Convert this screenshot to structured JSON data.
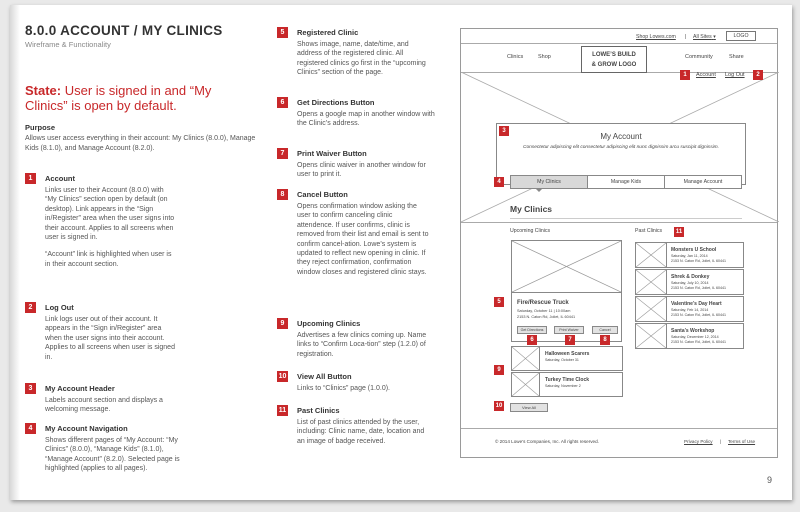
{
  "doc": {
    "title": "8.0.0 ACCOUNT / MY CLINICS",
    "subtitle": "Wireframe & Functionality",
    "state_label": "State:",
    "state_text": " User is signed in and “My Clinics” is open by default.",
    "purpose_heading": "Purpose",
    "purpose_text": "Allows user access everything in their account: My Clinics (8.0.0), Manage Kids (8.1.0), and Manage Account (8.2.0).",
    "page_number": "9"
  },
  "items": [
    {
      "num": "1",
      "heading": "Account",
      "text": "Links user to their Account (8.0.0) with “My Clinics” section open by default (on desktop). Link appears in the “Sign in/Register” area when the user signs into their account. Applies to all screens when user is signed in.",
      "text2": "“Account” link is highlighted when user is in their account section."
    },
    {
      "num": "2",
      "heading": "Log Out",
      "text": "Link logs user out of their account. It appears in the “Sign in/Register” area when the user signs into their account. Applies to all screens when user is signed in."
    },
    {
      "num": "3",
      "heading": "My Account Header",
      "text": "Labels account section and displays a welcoming message."
    },
    {
      "num": "4",
      "heading": "My Account Navigation",
      "text": "Shows different pages of “My Account: “My Clinics” (8.0.0), “Manage Kids” (8.1.0), “Manage Account” (8.2.0). Selected page is highlighted (applies to all pages)."
    },
    {
      "num": "5",
      "heading": "Registered Clinic",
      "text": "Shows image, name, date/time, and address of the registered clinic. All registered clinics go first in the “upcoming Clinics” section of the page."
    },
    {
      "num": "6",
      "heading": "Get Directions Button",
      "text": "Opens a google map in another window with the Clinic’s address."
    },
    {
      "num": "7",
      "heading": "Print Waiver Button",
      "text": "Opens clinic waiver in another window for user to print it."
    },
    {
      "num": "8",
      "heading": "Cancel Button",
      "text": "Opens confirmation window asking the user to confirm canceling clinic attendence. If user confirms, clinic is removed from their list and email is sent to confirm cancel-ation. Lowe’s system is updated to reflect new opening in clinic. If they reject confirmation, confirmation window closes and registered clinic stays."
    },
    {
      "num": "9",
      "heading": "Upcoming Clinics",
      "text": "Advertises a few clinics coming up. Name links to “Confirm Loca-tion” step (1.2.0) of registration."
    },
    {
      "num": "10",
      "heading": "View All Button",
      "text": "Links to “Clinics” page (1.0.0)."
    },
    {
      "num": "11",
      "heading": "Past Clinics",
      "text": "List of past clinics attended by the user, including: Clinic name, date, location and an image of badge received."
    }
  ],
  "wireframe": {
    "topbar": {
      "shop": "Shop Lowes.com",
      "sep": "|",
      "all_sites": "All Sites",
      "all_sites_caret": "▾",
      "logo": "LOGO"
    },
    "nav": {
      "clinics": "Clinics",
      "shop": "Shop",
      "brand_line1": "LOWE’S BUILD",
      "brand_line2": "& GROW LOGO",
      "community": "Community",
      "share": "Share"
    },
    "account_link": "Account",
    "logout_link": "Log Out",
    "my_account_title": "My Account",
    "my_account_sub": "Consectetur adipiscing elit consectetur adipiscing elit nunc dignissim arcu suscipit dignissim.",
    "tabs": [
      "My Clinics",
      "Manage Kids",
      "Manage Account"
    ],
    "my_clinics_heading": "My Clinics",
    "upcoming_label": "Upcoming Clinics",
    "past_label": "Past Clinics",
    "registered": {
      "title": "Fire/Rescue Truck",
      "date": "Saturday, October 11 | 10:00am",
      "address": "2153 N. Caton Rd, Joliet, IL 60441",
      "btn_directions": "Get Directions",
      "btn_waiver": "Print Waiver",
      "btn_cancel": "Cancel"
    },
    "upcoming": [
      {
        "title": "Halloween Scarers",
        "date": "Saturday, October 31"
      },
      {
        "title": "Turkey Time Clock",
        "date": "Saturday, November 2"
      }
    ],
    "past": [
      {
        "title": "Monsters U School",
        "date": "Saturday, Jan 11, 2014",
        "address": "2153 N. Caton Rd, Joliet, IL 60441"
      },
      {
        "title": "Shrek & Donkey",
        "date": "Saturday, July 10, 2014",
        "address": "2153 N. Caton Rd, Joliet, IL 60441"
      },
      {
        "title": "Valentine’s Day Heart",
        "date": "Saturday, Feb 14, 2014",
        "address": "2153 N. Caton Rd, Joliet, IL 60441"
      },
      {
        "title": "Santa’s Workshop",
        "date": "Saturday, December 12, 2014",
        "address": "2153 N. Caton Rd, Joliet, IL 60441"
      }
    ],
    "view_all": "View All",
    "footer": {
      "copyright": "© 2014 Lowe’s Companies, Inc. All rights reserved.",
      "privacy": "Privacy Policy",
      "sep": "|",
      "terms": "Terms of Use"
    }
  },
  "colors": {
    "accent": "#c8282a",
    "tab_active": "#d8d8d8"
  }
}
